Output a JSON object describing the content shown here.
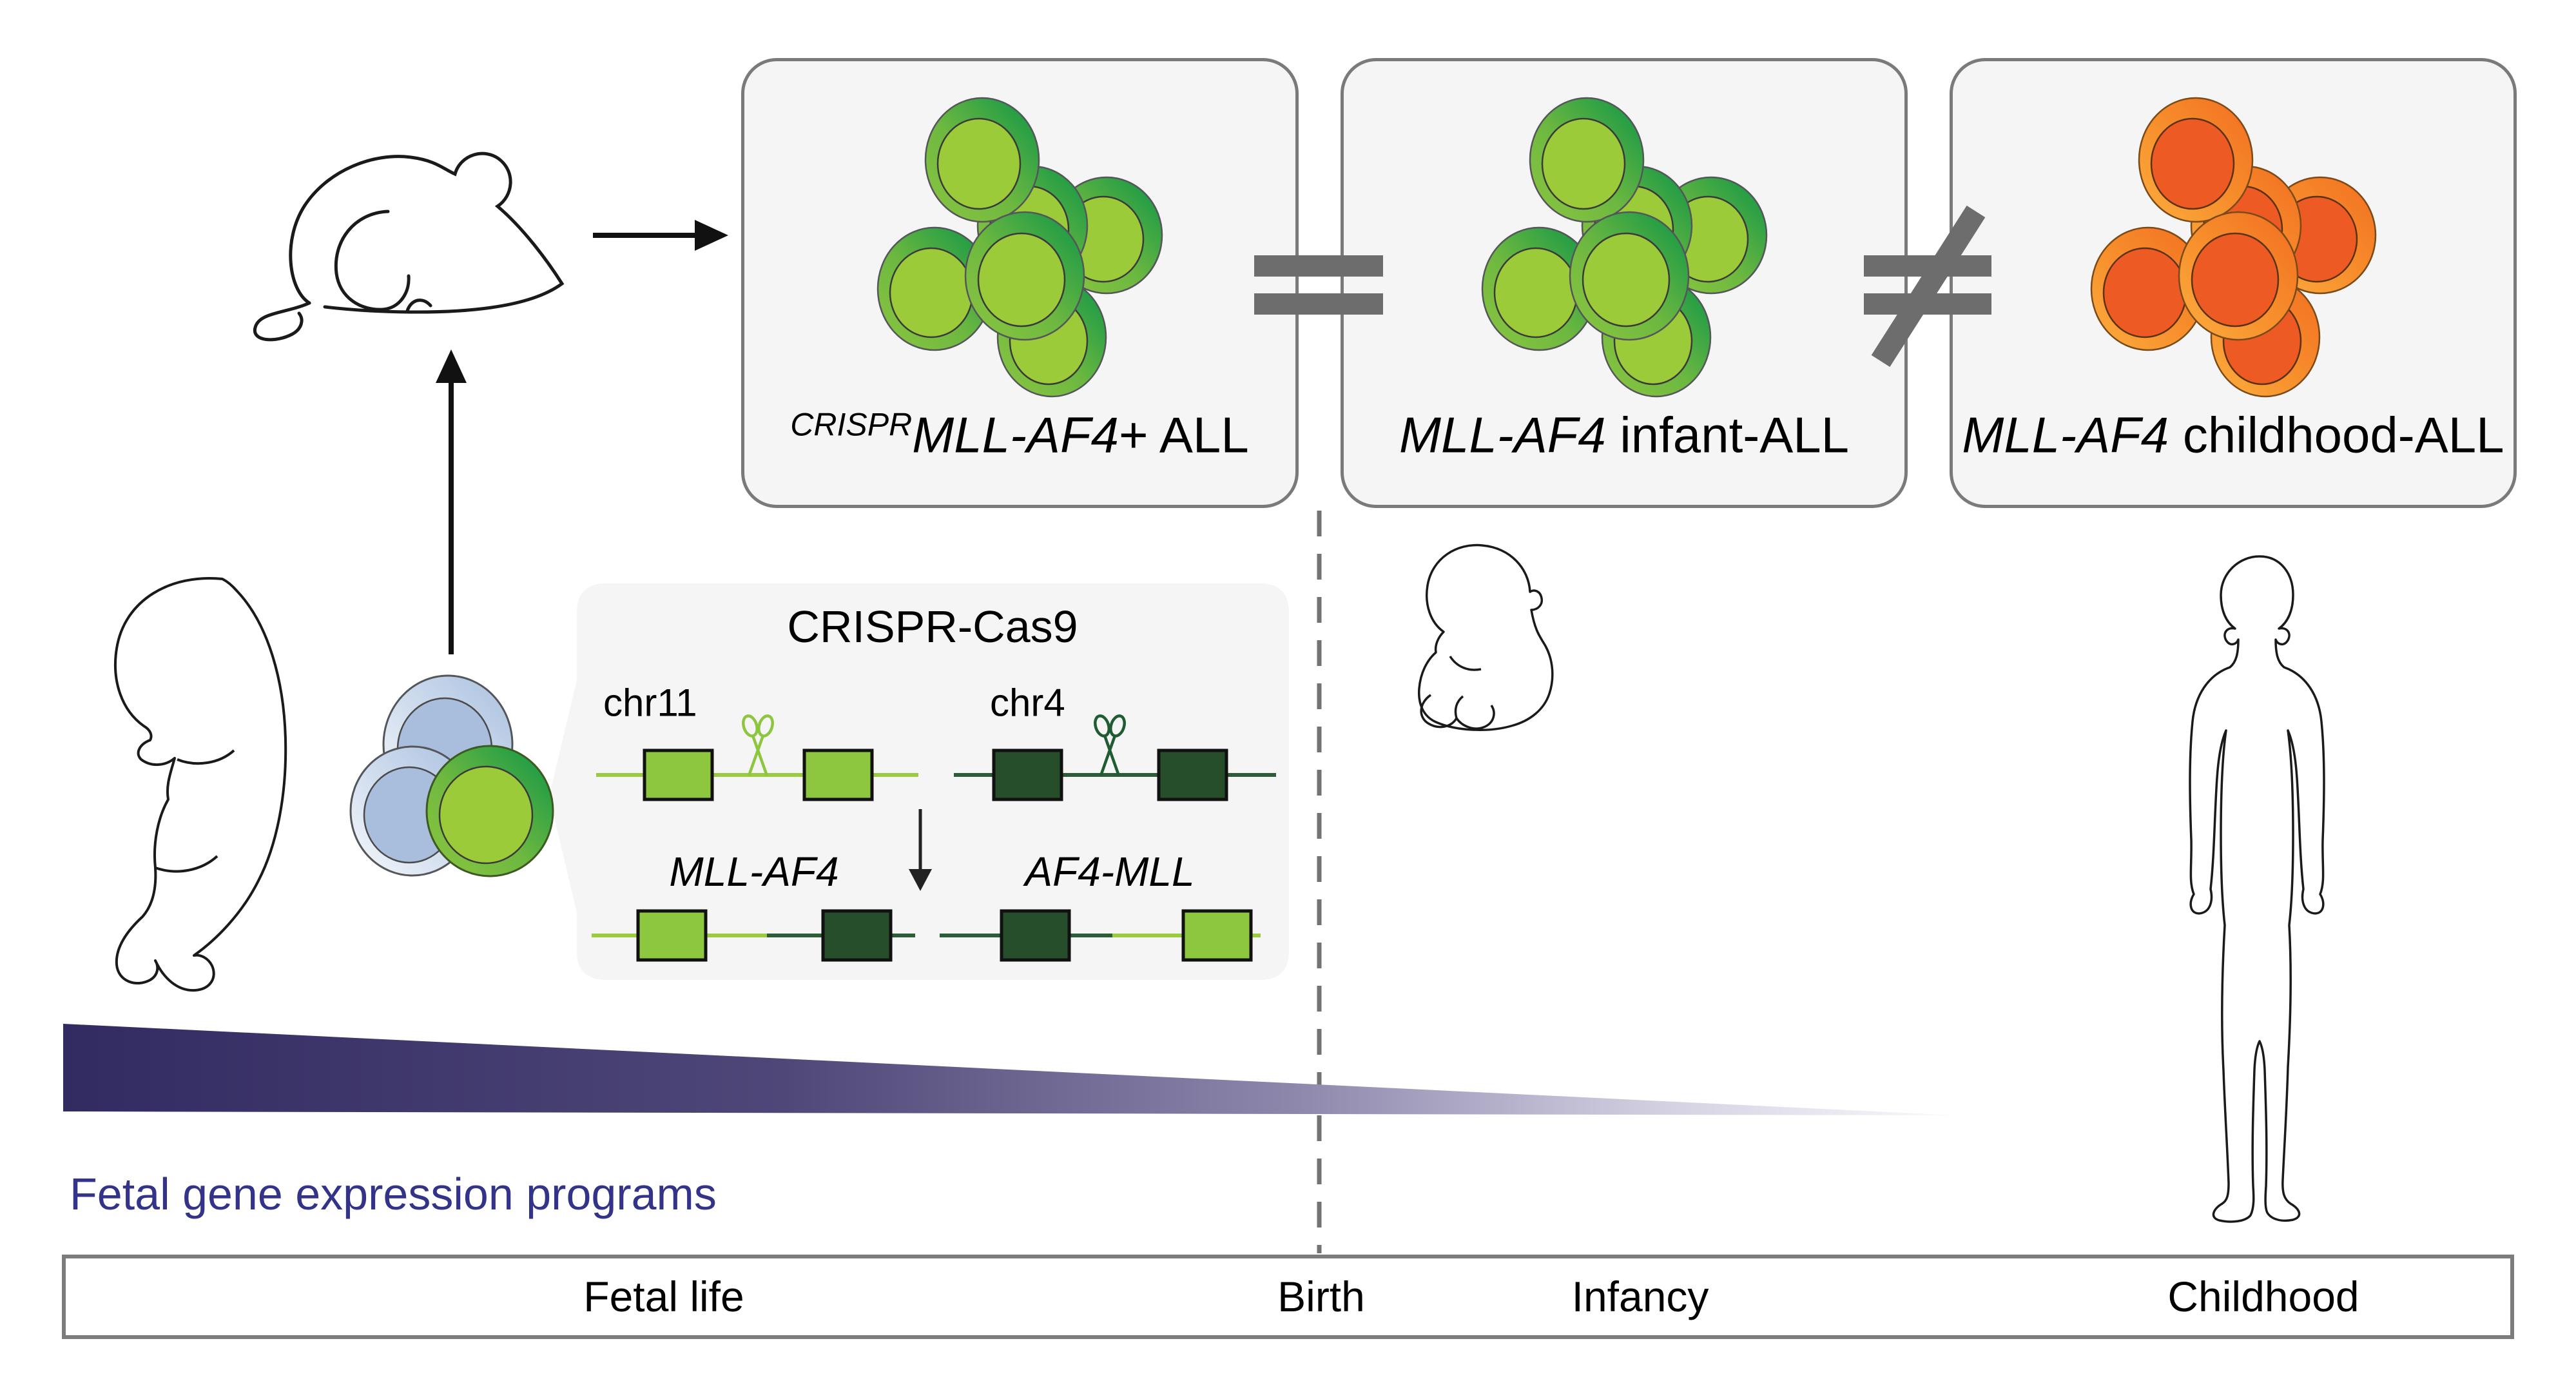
{
  "panels": {
    "crispr_all": {
      "superscript": "CRISPR",
      "gene": "MLL-AF4",
      "suffix": "+ ALL"
    },
    "infant": {
      "gene": "MLL-AF4",
      "suffix": " infant-ALL"
    },
    "childhood": {
      "gene": "MLL-AF4",
      "suffix": " childhood-ALL"
    }
  },
  "relations": {
    "equal": "=",
    "not_equal": "≠"
  },
  "crispr_panel": {
    "title": "CRISPR-Cas9",
    "chromosomes": [
      {
        "label": "chr11"
      },
      {
        "label": "chr4"
      }
    ],
    "fusions": [
      {
        "label": "MLL-AF4"
      },
      {
        "label": "AF4-MLL"
      }
    ]
  },
  "gradient_bar": {
    "label": "Fetal gene expression programs"
  },
  "timeline": {
    "stages": [
      "Fetal life",
      "Birth",
      "Infancy",
      "Childhood"
    ]
  },
  "colors": {
    "light_green": "#8DC63F",
    "dark_green_rim": "#0C9447",
    "inner_green": "#9CCB3A",
    "dark_exon_green": "#274E2B",
    "dark_gene_line": "#2D5C39",
    "orange_rim": "#F26E21",
    "orange_light": "#FBAD3E",
    "inner_orange": "#EE5A24",
    "blue_cell": "#A9BDDC",
    "sign_gray": "#6D6D6D",
    "navy_text": "#333389",
    "purple_dark": "#322B62",
    "panel_gray": "#F4F5F4"
  }
}
